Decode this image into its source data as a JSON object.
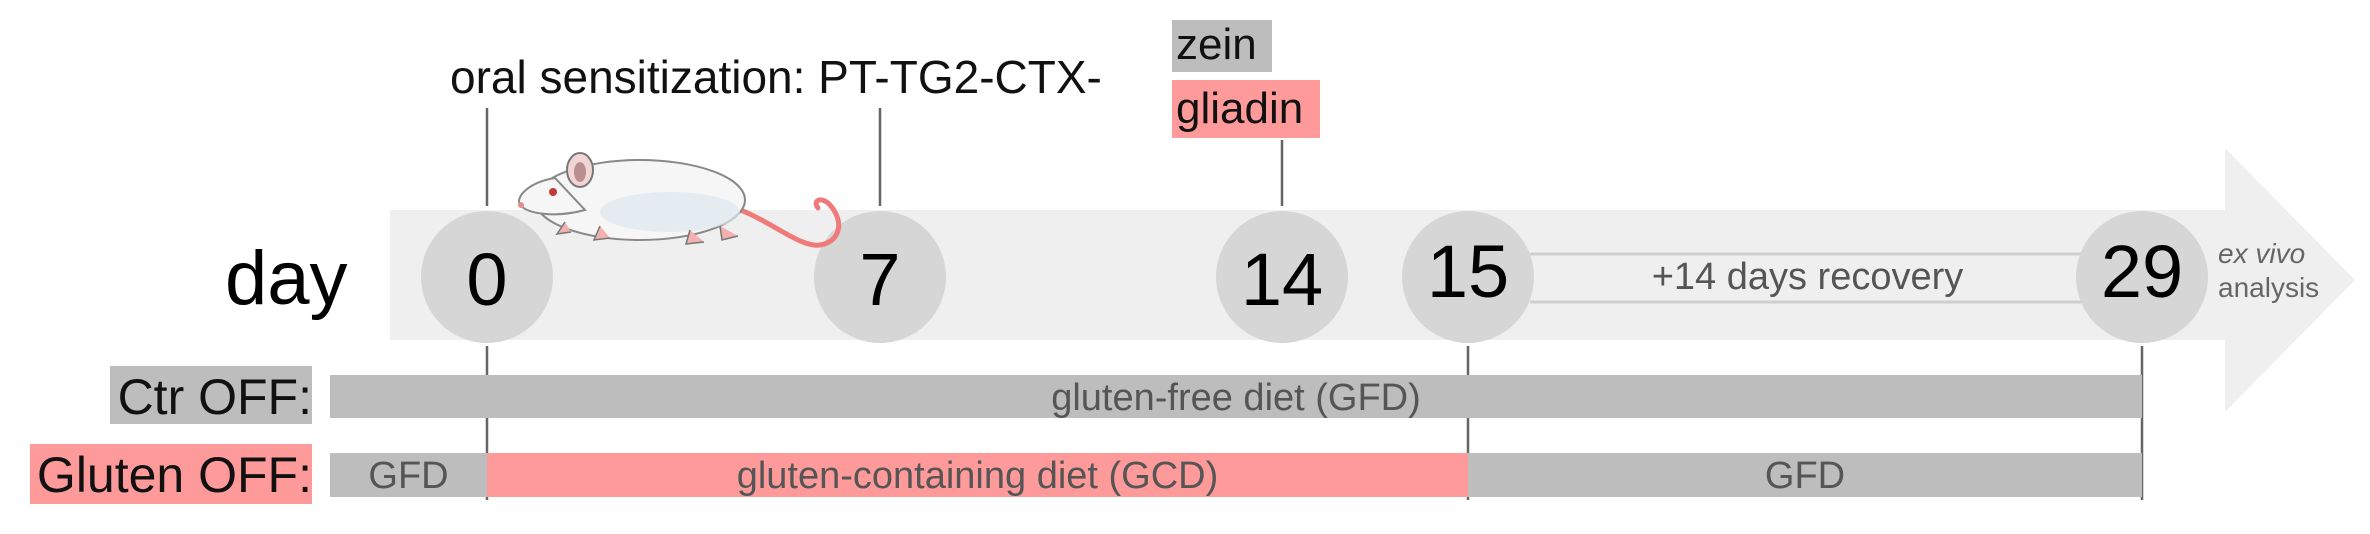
{
  "sensitization": {
    "prefix": "oral sensitization: PT-TG2-CTX-",
    "zein": "zein",
    "gliadin": "gliadin"
  },
  "timeline": {
    "day_label": "day",
    "days": [
      "0",
      "7",
      "14",
      "15",
      "29"
    ],
    "recovery_label": "+14 days recovery",
    "end_label_line1": "ex vivo",
    "end_label_line2": "analysis"
  },
  "groups": {
    "ctr_label": "Ctr OFF:",
    "ctr_bar": "gluten-free diet (GFD)",
    "gluten_label": "Gluten OFF:",
    "gluten_bar1": "GFD",
    "gluten_bar2": "gluten-containing diet (GCD)",
    "gluten_bar3": "GFD"
  },
  "colors": {
    "arrow": "#efefef",
    "circle": "#d6d6d6",
    "bar_gray": "#bdbdbd",
    "bar_pink": "#ff9a9a",
    "zein_bg": "#bdbdbd",
    "gliadin_bg": "#ff9a9a"
  }
}
